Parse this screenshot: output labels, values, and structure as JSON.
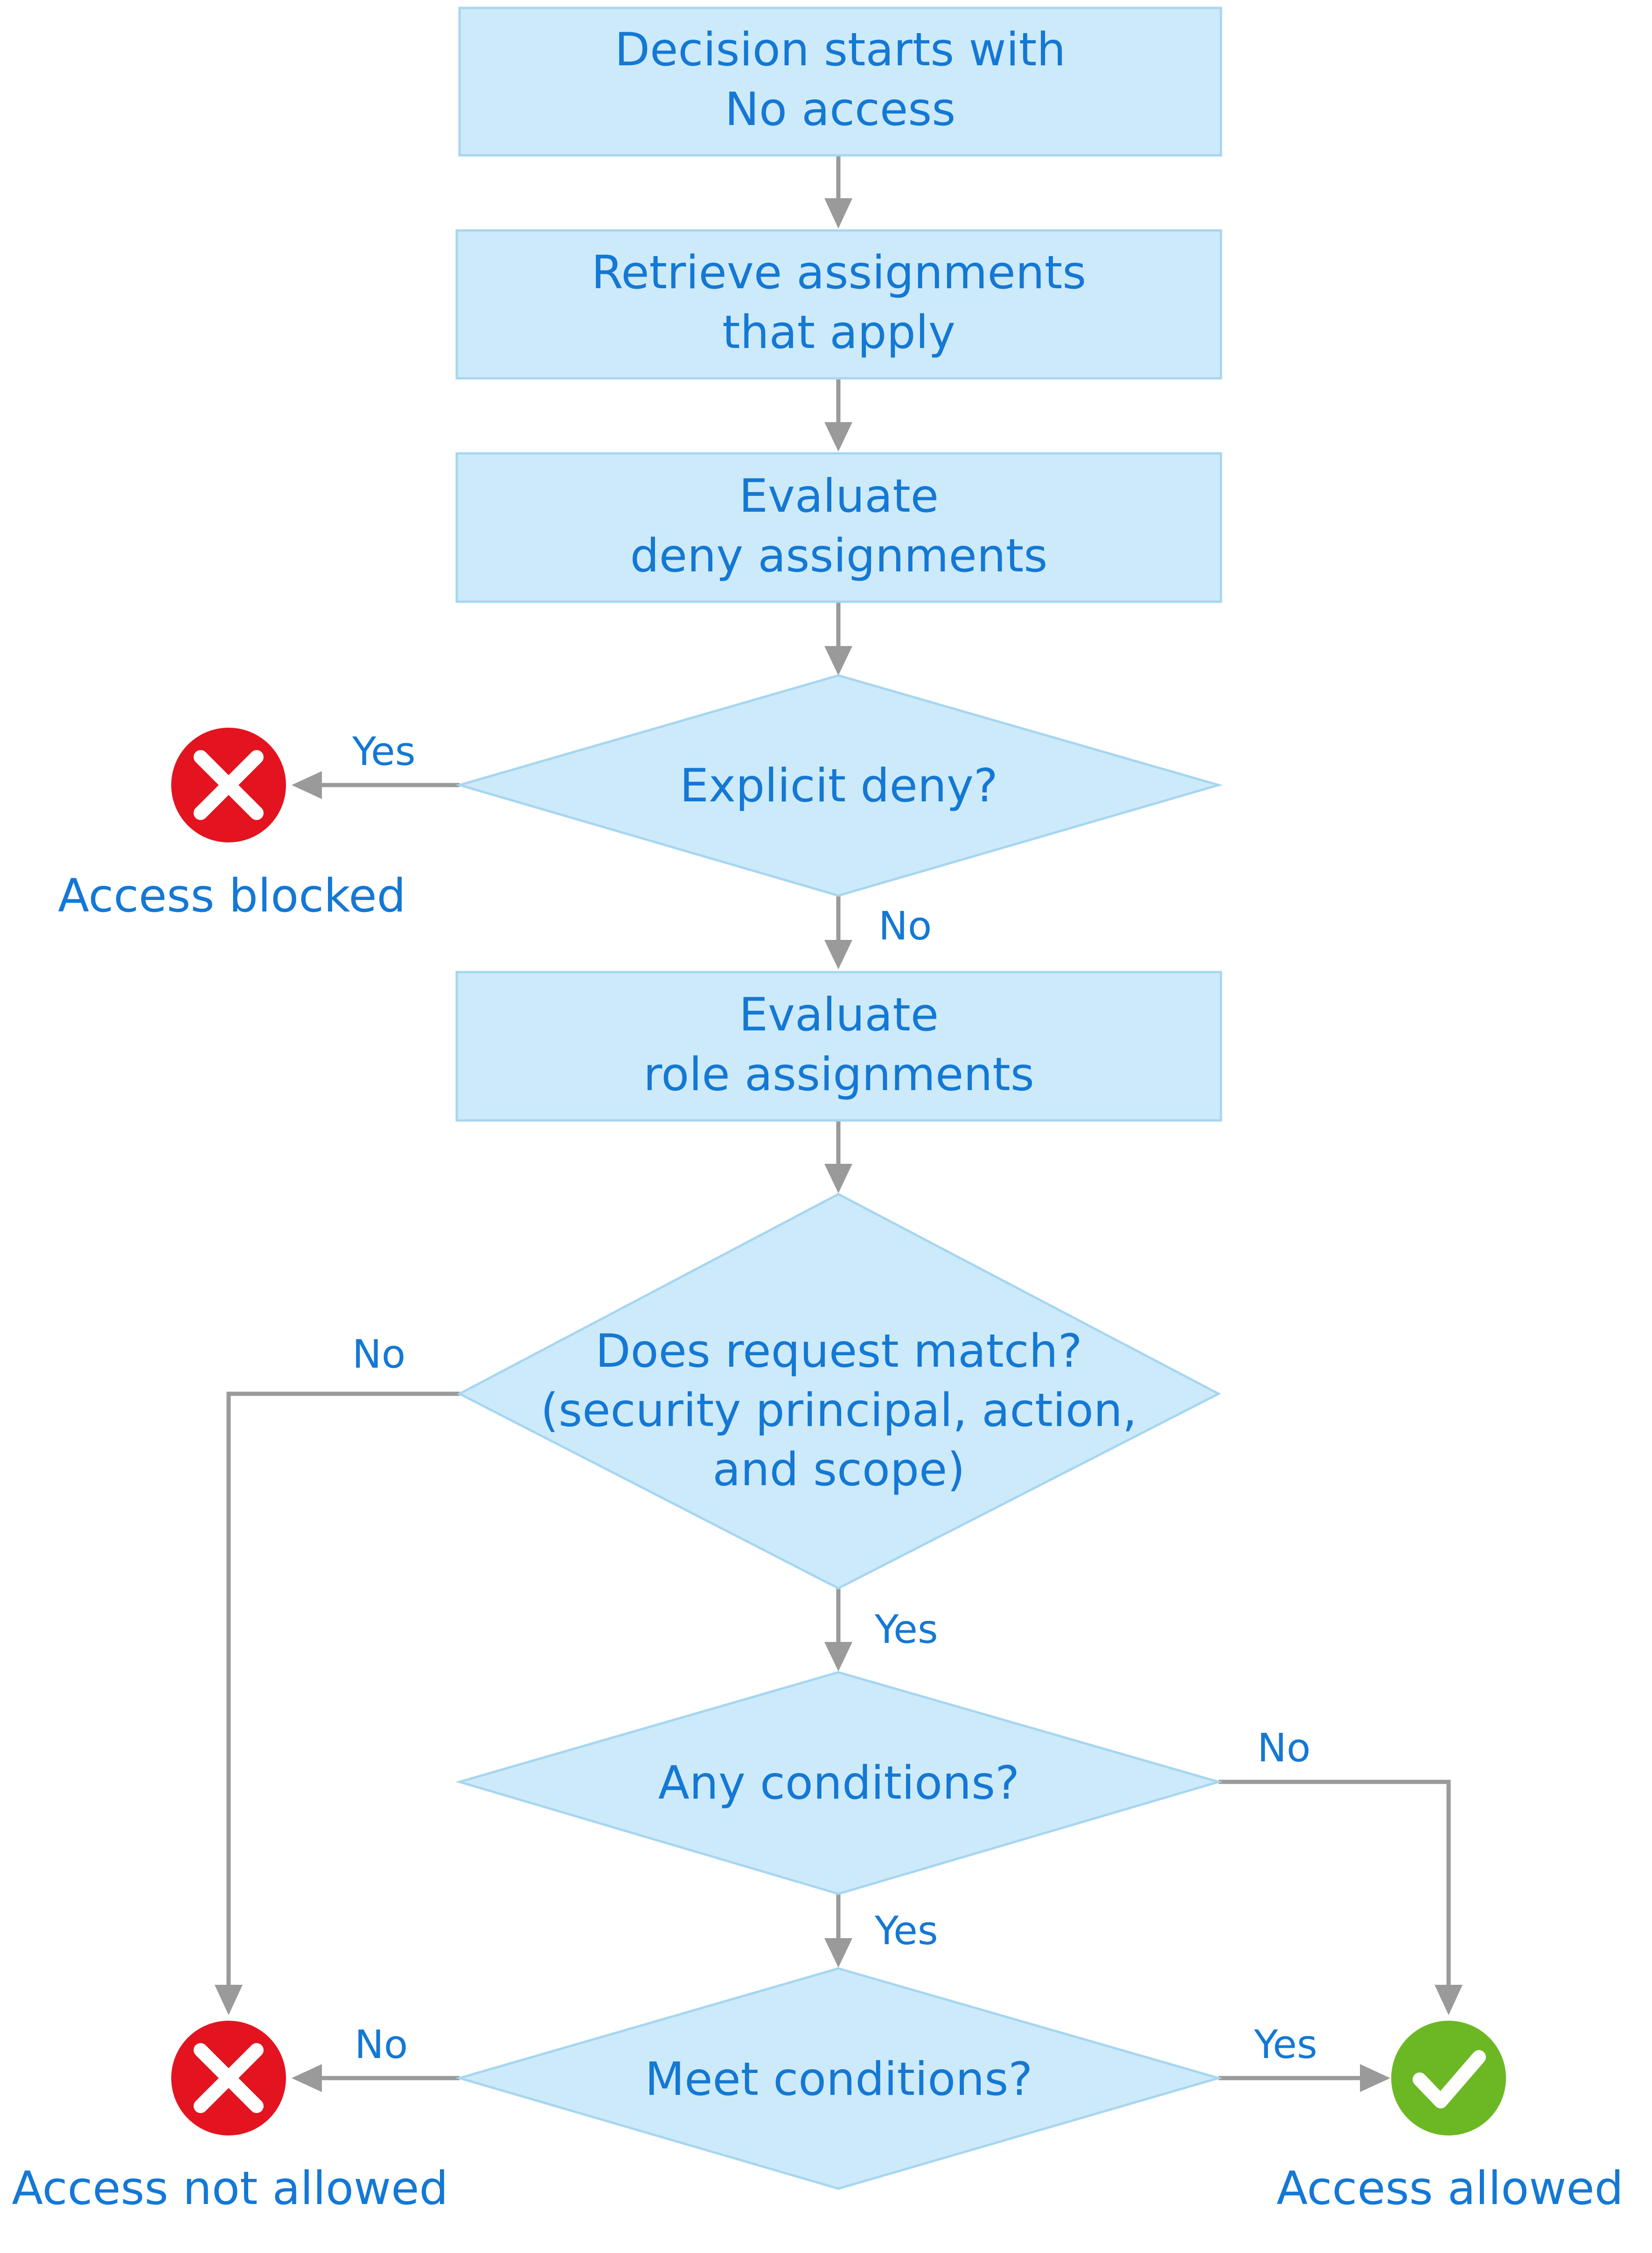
{
  "colors": {
    "box_fill": "#cdeafb",
    "box_stroke": "#a7d6f0",
    "text": "#1478d4",
    "connector": "#9a9a9a",
    "deny_icon": "#e3141f",
    "allow_icon": "#6bb824"
  },
  "nodes": {
    "start": {
      "line1": "Decision starts with",
      "line2": "No access"
    },
    "retrieve": {
      "line1": "Retrieve assignments",
      "line2": "that apply"
    },
    "evaluate_deny": {
      "line1": "Evaluate",
      "line2": "deny assignments"
    },
    "explicit_deny": {
      "line1": "Explicit deny?"
    },
    "evaluate_role": {
      "line1": "Evaluate",
      "line2": "role assignments"
    },
    "request_match": {
      "line1": "Does request match?",
      "line2": "(security principal, action,",
      "line3": "and scope)"
    },
    "any_conditions": {
      "line1": "Any conditions?"
    },
    "meet_conditions": {
      "line1": "Meet conditions?"
    }
  },
  "edge_labels": {
    "explicit_deny_yes": "Yes",
    "explicit_deny_no": "No",
    "request_match_no": "No",
    "request_match_yes": "Yes",
    "any_conditions_no": "No",
    "any_conditions_yes": "Yes",
    "meet_conditions_no": "No",
    "meet_conditions_yes": "Yes"
  },
  "results": {
    "access_blocked": {
      "label": "Access blocked",
      "icon": "deny-x-icon"
    },
    "access_not_allowed": {
      "label": "Access not allowed",
      "icon": "deny-x-icon"
    },
    "access_allowed": {
      "label": "Access allowed",
      "icon": "checkmark-icon"
    }
  }
}
